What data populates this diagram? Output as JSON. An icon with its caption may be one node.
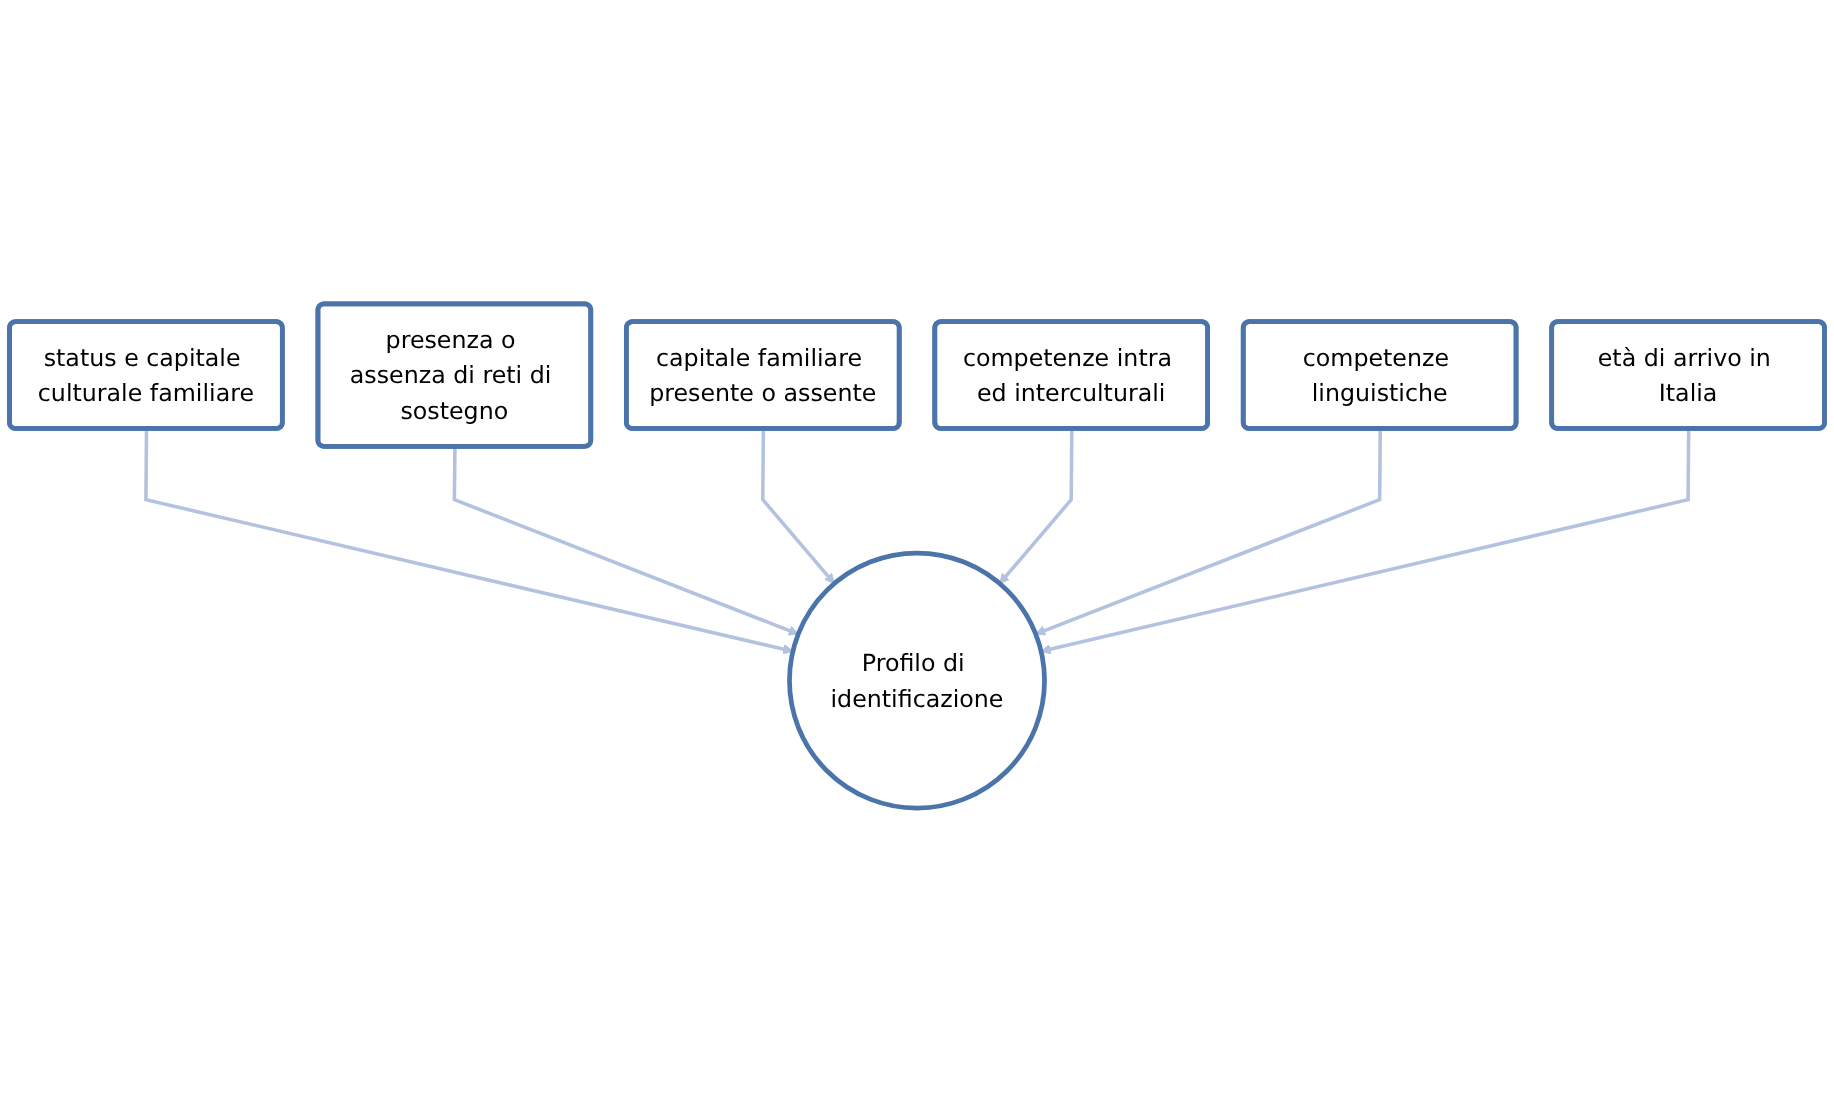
{
  "diagram": {
    "nodes": [
      {
        "text": [
          "status e capitale culturale familiare"
        ]
      },
      {
        "text": [
          "presenza o assenza di reti di sostegno"
        ]
      },
      {
        "text": [
          "capitale familiare presente o assente"
        ]
      },
      {
        "text": [
          "competenze intra ed interculturali"
        ]
      },
      {
        "text": [
          "competenze linguistiche"
        ]
      },
      {
        "text": [
          "Profilo di identificazione"
        ]
      },
      {
        "text": [
          "età di arrivo in Italia"
        ]
      }
    ],
    "edges": [
      {
        "from": 0,
        "to": 5,
        "arrow": "to"
      },
      {
        "from": 1,
        "to": 5,
        "arrow": "to"
      },
      {
        "from": 2,
        "to": 5,
        "arrow": "to"
      },
      {
        "from": 3,
        "to": 5,
        "arrow": "to"
      },
      {
        "from": 4,
        "to": 5,
        "arrow": "to"
      },
      {
        "from": 6,
        "to": 5,
        "arrow": "to"
      }
    ]
  }
}
